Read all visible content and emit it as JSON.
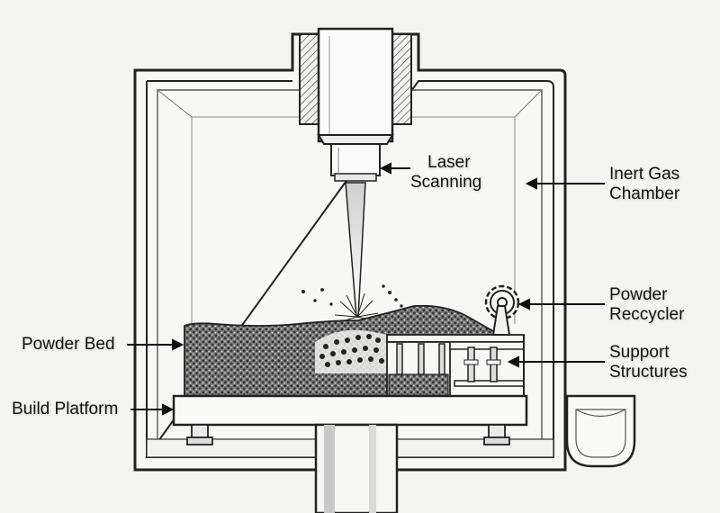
{
  "labels": {
    "laser_line1": "Laser",
    "laser_line2": "Scanning",
    "gas_line1": "Inert Gas",
    "gas_line2": "Chamber",
    "recycler_line1": "Powder",
    "recycler_line2": "Reccycler",
    "supports_line1": "Support",
    "supports_line2": "Structures",
    "powder_bed": "Powder Bed",
    "build_platform": "Build Platform"
  }
}
